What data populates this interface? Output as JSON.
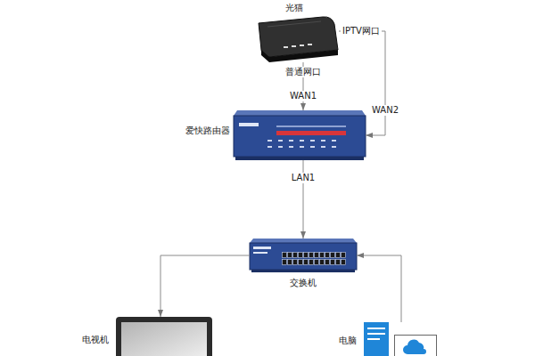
{
  "diagram": {
    "nodes": [
      {
        "text": [
          "光猫"
        ]
      },
      {
        "text": [
          "爱快路由器"
        ]
      },
      {
        "text": [
          "交换机"
        ]
      },
      {
        "text": [
          "电视机"
        ]
      },
      {
        "text": [
          "电脑"
        ]
      }
    ],
    "edges": [
      {
        "from": 0,
        "to": 1,
        "arrow": "to",
        "label": "WAN1"
      },
      {
        "from": 0,
        "to": 1,
        "arrow": "to",
        "label": "WAN2"
      },
      {
        "from": 1,
        "to": 2,
        "arrow": "to",
        "label": "LAN1"
      },
      {
        "from": 2,
        "to": 3,
        "arrow": "to"
      },
      {
        "from": 4,
        "to": 2,
        "arrow": "to"
      }
    ],
    "labels": [
      "普通网口",
      "IPTV网口"
    ]
  }
}
